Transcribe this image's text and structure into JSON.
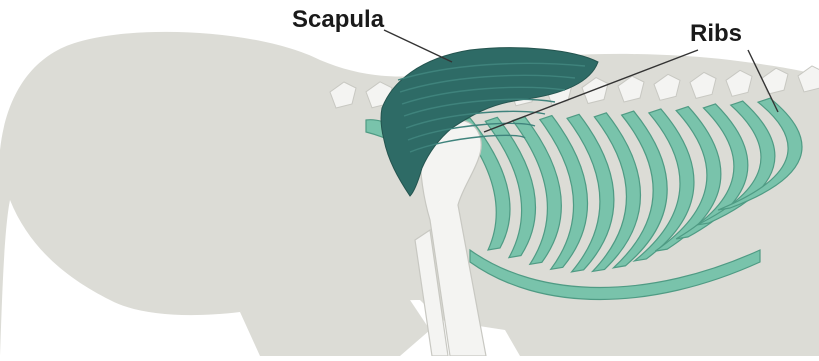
{
  "labels": {
    "scapula": "Scapula",
    "ribs": "Ribs"
  },
  "colors": {
    "body_silhouette": "#dcdcd6",
    "scapula": "#2e6b66",
    "scapula_ridge": "#3f837c",
    "ribs": "#79c3ab",
    "rib_edge": "#4f9b84",
    "bone": "#f4f4f2",
    "bone_edge": "#c8c8c2",
    "leader_line": "#333333"
  },
  "icons": [
    "body-silhouette",
    "scapula-bone",
    "rib-cage",
    "humerus-bone",
    "spine-vertebrae"
  ]
}
